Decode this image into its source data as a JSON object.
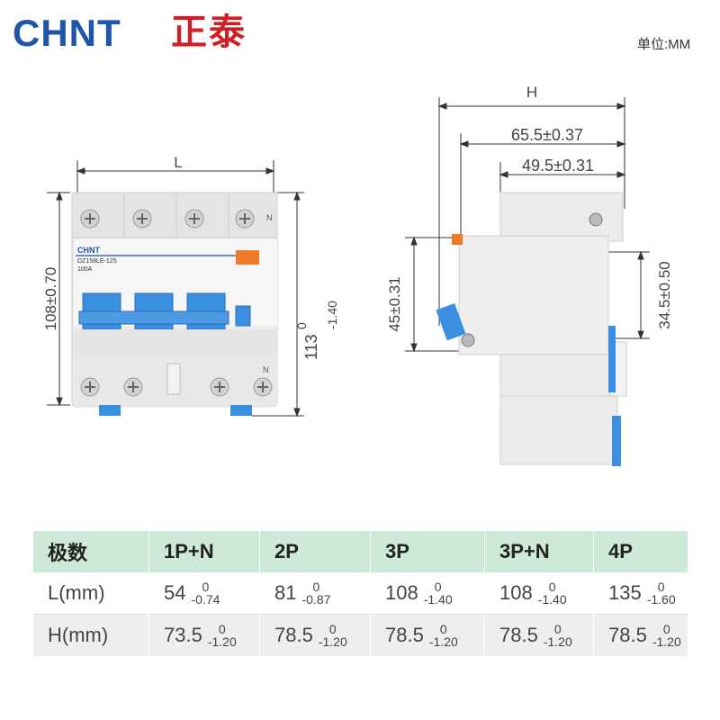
{
  "header": {
    "logo_latin": "CHNT",
    "logo_cn": "正泰",
    "unit": "单位:MM"
  },
  "front_view": {
    "dim_width": "L",
    "dim_height_left": "108±0.70",
    "dim_height_right_value": "113",
    "dim_height_right_tol_upper": "0",
    "dim_height_right_tol_lower": "-1.40",
    "brand": "CHNT",
    "model": "DZ158LE-125",
    "rating": "100A",
    "terminal_label_top": "N",
    "terminal_label_bottom": "N"
  },
  "side_view": {
    "dim_overall": "H",
    "dim_65": "65.5±0.37",
    "dim_49": "49.5±0.31",
    "dim_45": "45±0.31",
    "dim_34": "34.5±0.50"
  },
  "table": {
    "header": [
      "极数",
      "1P+N",
      "2P",
      "3P",
      "3P+N",
      "4P"
    ],
    "rows": [
      {
        "label": "L(mm)",
        "cells": [
          {
            "value": "54",
            "upper": "0",
            "lower": "-0.74"
          },
          {
            "value": "81",
            "upper": "0",
            "lower": "-0.87"
          },
          {
            "value": "108",
            "upper": "0",
            "lower": "-1.40"
          },
          {
            "value": "108",
            "upper": "0",
            "lower": "-1.40"
          },
          {
            "value": "135",
            "upper": "0",
            "lower": "-1.60"
          }
        ]
      },
      {
        "label": "H(mm)",
        "cells": [
          {
            "value": "73.5",
            "upper": "0",
            "lower": "-1.20"
          },
          {
            "value": "78.5",
            "upper": "0",
            "lower": "-1.20"
          },
          {
            "value": "78.5",
            "upper": "0",
            "lower": "-1.20"
          },
          {
            "value": "78.5",
            "upper": "0",
            "lower": "-1.20"
          },
          {
            "value": "78.5",
            "upper": "0",
            "lower": "-1.20"
          }
        ]
      }
    ]
  },
  "colors": {
    "brand_blue": "#1f56a8",
    "brand_red": "#cc1f26",
    "table_header": "#cfe9d8",
    "handle_blue": "#3b8fe0",
    "test_orange": "#f07a2a"
  }
}
